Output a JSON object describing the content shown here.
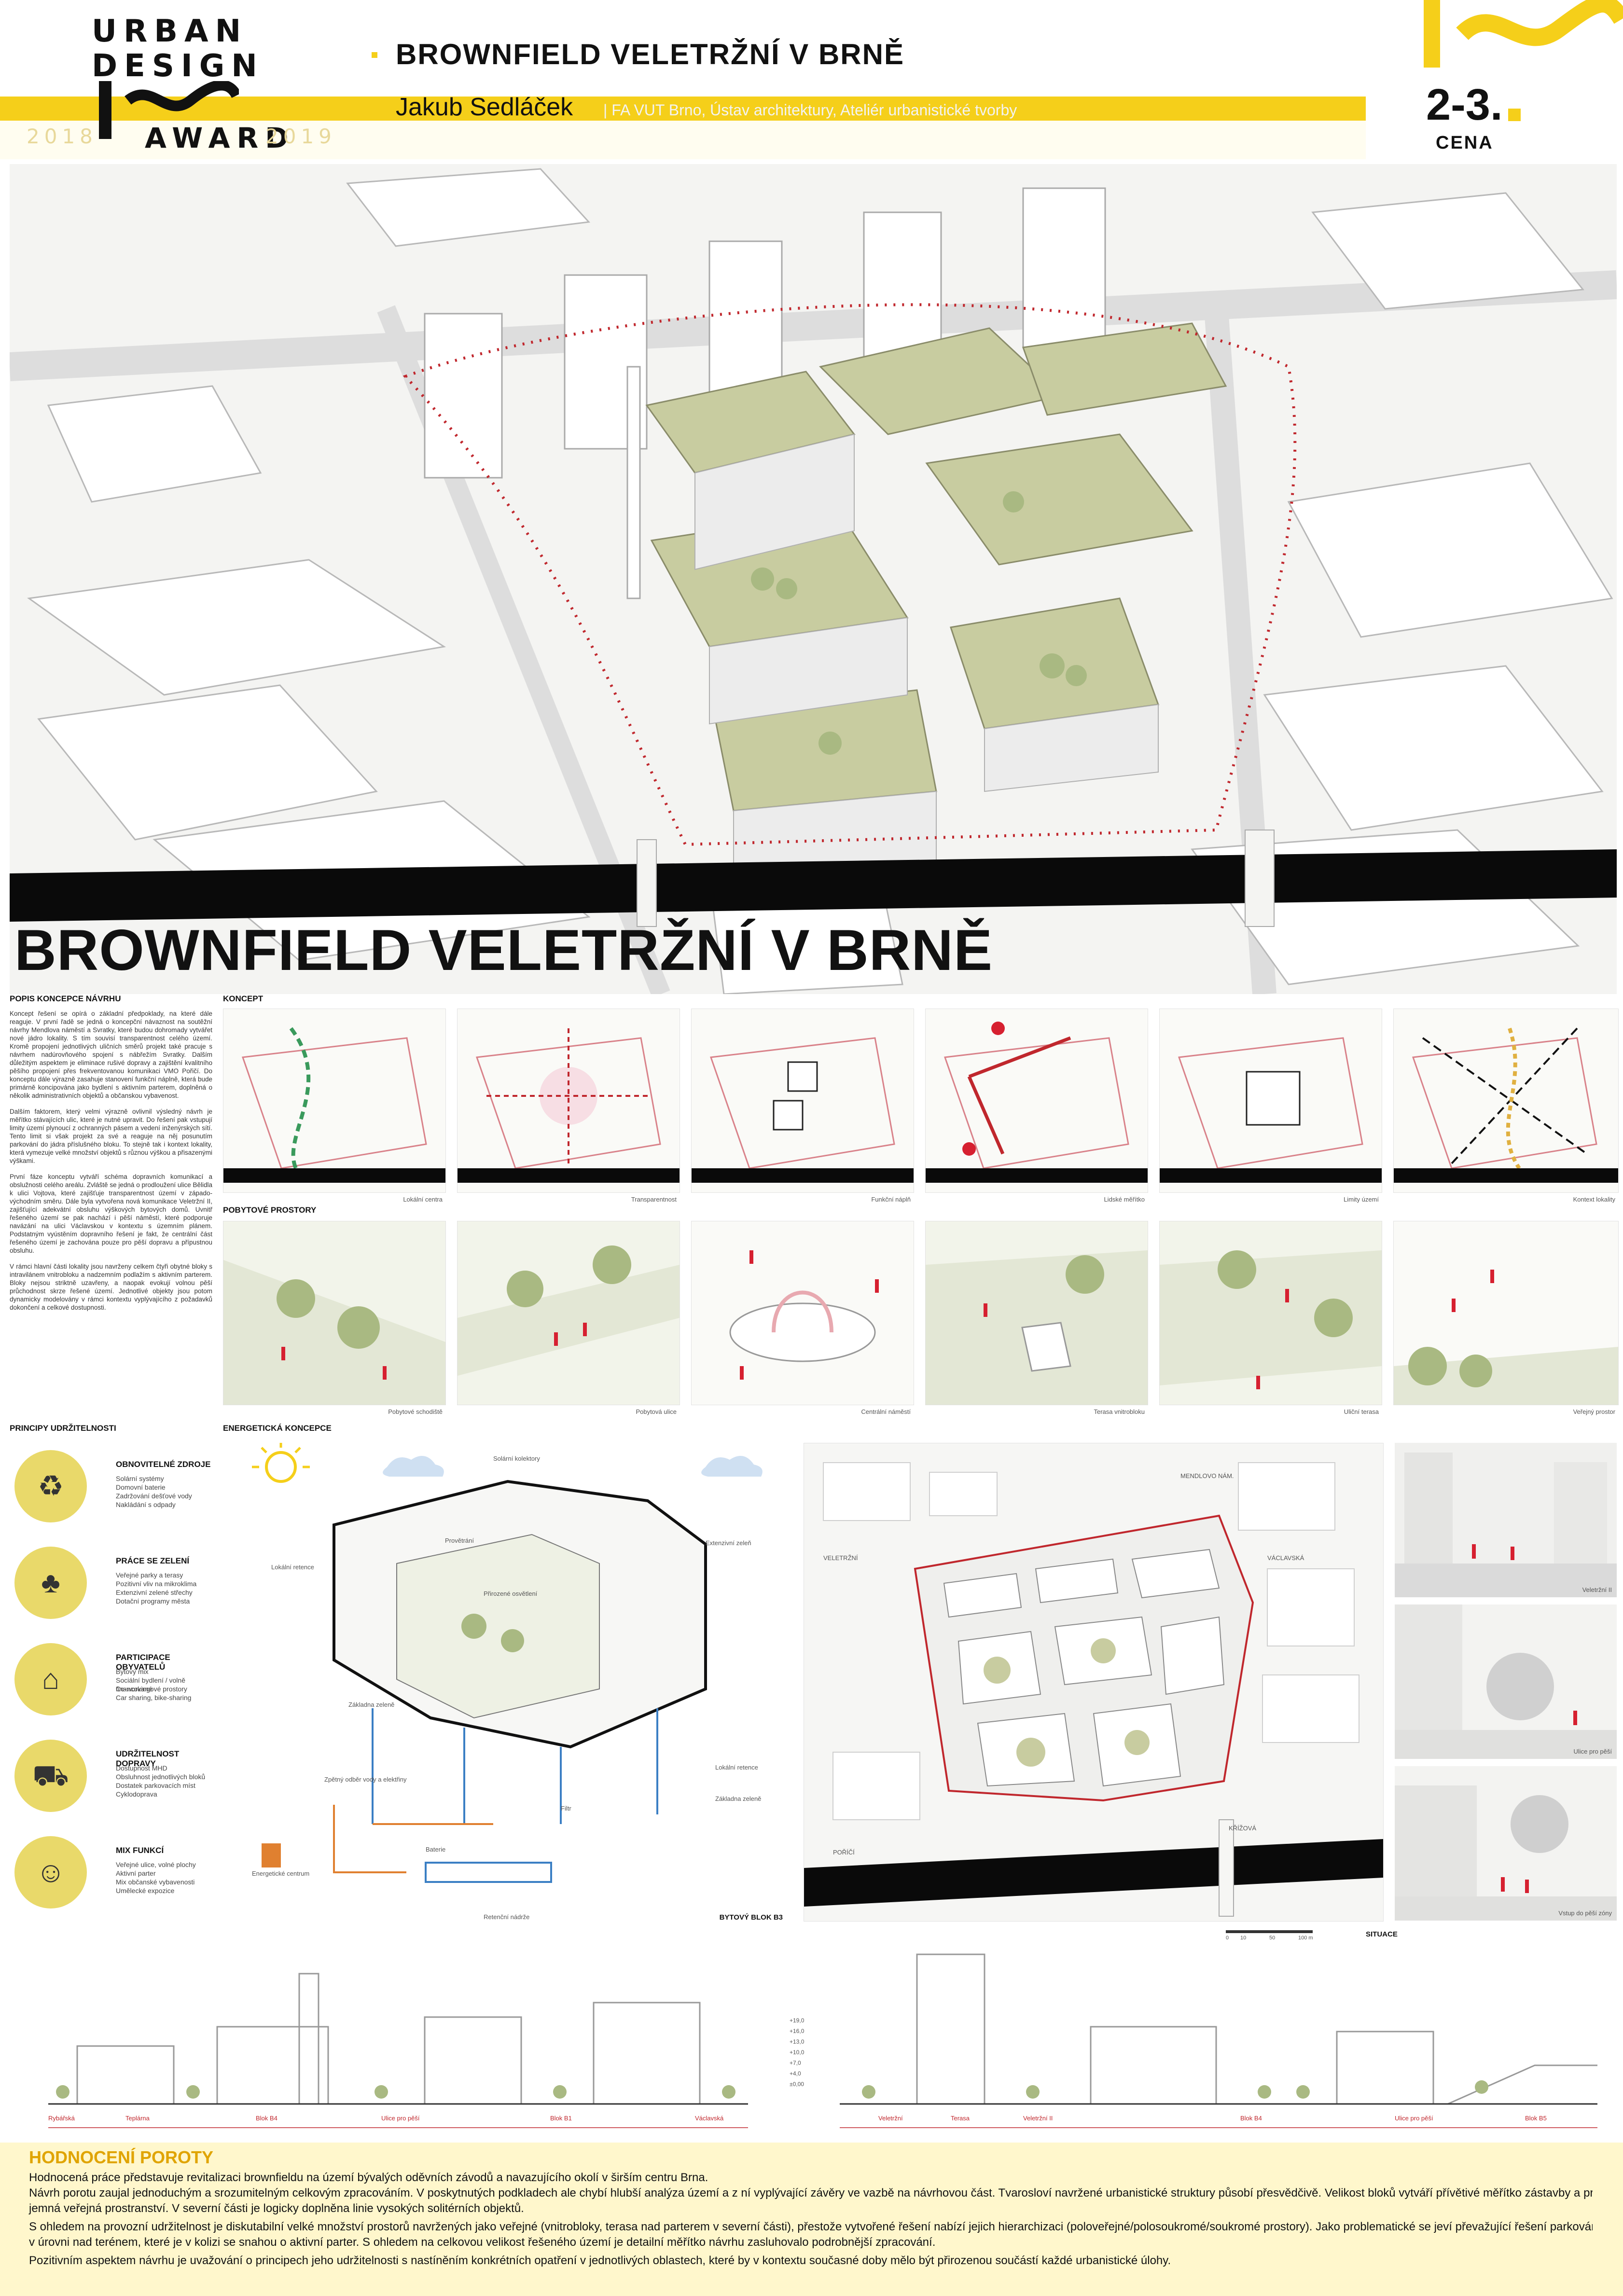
{
  "header": {
    "logo_line1": "URBAN",
    "logo_line2": "DESIGN",
    "logo_line3": "AWARD",
    "year_left": "2018",
    "year_right": "2019",
    "title": "BROWNFIELD VELETRŽNÍ V BRNĚ",
    "author": "Jakub Sedláček",
    "affiliation": "| FA VUT Brno, Ústav architektury, Ateliér urbanistické tvorby",
    "prize": "2-3.",
    "prize_label": "CENA"
  },
  "hero": {
    "title": "BROWNFIELD VELETRŽNÍ V BRNĚ"
  },
  "left_column": {
    "section_title": "POPIS KONCEPCE NÁVRHU",
    "paragraphs": [
      "Koncept řešení se opírá o základní předpoklady, na které dále reaguje. V první řadě se jedná o koncepční návaznost na soutěžní návrhy Mendlova náměstí a Svratky, které budou dohromady vytvářet nové jádro lokality. S tím souvisí transparentnost celého území. Kromě propojení jednotlivých uličních směrů projekt také pracuje s návrhem nadúrovňového spojení s nábřežím Svratky. Dalším důležitým aspektem je eliminace rušivé dopravy a zajištění kvalitního pěšího propojení přes frekventovanou komunikaci VMO Pořičí. Do konceptu dále výrazně zasahuje stanovení funkční náplně, která bude primárně koncipována jako bydlení s aktivním parterem, doplněná o několik administrativních objektů a občanskou vybavenost.",
      "Dalším faktorem, který velmi výrazně ovlivnil výsledný návrh je měřítko stávajících ulic, které je nutné upravit. Do řešení pak vstupují limity území plynoucí z ochranných pásem a vedení inženýrských sítí. Tento limit si však projekt za své a reaguje na něj posunutím parkování do jádra příslušného bloku. To stejně tak i kontext lokality, která vymezuje velké množství objektů s různou výškou a přisazenými výškami.",
      "První fáze konceptu vytváří schéma dopravních komunikací a obslužnosti celého areálu. Zvláště se jedná o prodloužení ulice Bělidla k ulici Vojtova, které zajišťuje transparentnost území v západo-východním směru. Dále byla vytvořena nová komunikace Veletržní II, zajišťující adekvátní obsluhu výškových bytových domů. Uvnitř řešeného území se pak nachází i pěší náměstí, které podporuje navázání na ulici Václavskou v kontextu s územním plánem. Podstatným vyústěním dopravního řešení je fakt, že centrální část řešeného území je zachována pouze pro pěší dopravu a přípustnou obsluhu.",
      "V rámci hlavní části lokality jsou navrženy celkem čtyři obytné bloky s intravilánem vnitrobloku a nadzemním podlažím s aktivním parterem. Bloky nejsou striktně uzavřeny, a naopak evokují volnou pěší průchodnost skrze řešené území. Jednotlivé objekty jsou potom dynamicky modelovány v rámci kontextu vyplývajícího z požadavků dokončení a celkové dostupnosti."
    ]
  },
  "koncept": {
    "title": "KONCEPT",
    "panels": [
      "Lokální centra",
      "Transparentnost",
      "Funkční náplň",
      "Lidské měřítko",
      "Limity území",
      "Kontext lokality"
    ]
  },
  "pobytove": {
    "title": "POBYTOVÉ PROSTORY",
    "panels": [
      "Pobytové schodiště",
      "Pobytová ulice",
      "Centrální náměstí",
      "Terasa vnitrobloku",
      "Uliční terasa",
      "Veřejný prostor"
    ]
  },
  "principy": {
    "title": "PRINCIPY UDRŽITELNOSTI",
    "items": [
      {
        "icon": "recycle-icon",
        "title": "OBNOVITELNÉ ZDROJE",
        "lines": [
          "Solární systémy",
          "Domovní baterie",
          "Zadržování dešťové vody",
          "Nakládání s odpady"
        ]
      },
      {
        "icon": "tree-icon",
        "title": "PRÁCE SE ZELENÍ",
        "lines": [
          "Veřejné parky a terasy",
          "Pozitivní vliv na mikroklima",
          "Extenzivní zelené střechy",
          "Dotační programy města"
        ]
      },
      {
        "icon": "community-icon",
        "title": "PARTICIPACE OBYVATELŮ",
        "lines": [
          "Bytový mix",
          "Sociální bydlení / volně financované",
          "Co-workingové prostory",
          "Car sharing, bike-sharing"
        ]
      },
      {
        "icon": "transport-icon",
        "title": "UDRŽITELNOST DOPRAVY",
        "lines": [
          "Dostupnost MHD",
          "Obsluhnost jednotlivých bloků",
          "Dostatek parkovacích míst",
          "Cyklodoprava"
        ]
      },
      {
        "icon": "culture-icon",
        "title": "MIX FUNKCÍ",
        "lines": [
          "Veřejné ulice, volné plochy",
          "Aktivní parter",
          "Mix občanské vybavenosti",
          "Umělecké expozice"
        ]
      }
    ]
  },
  "energy": {
    "title": "ENERGETICKÁ KONCEPCE",
    "labels": [
      "Solární kolektory",
      "Provětrání",
      "Extenzivní zeleň",
      "Lokální retence",
      "Přirozené osvětlení",
      "Základna zeleně",
      "Zpětný odběr vody a elektřiny",
      "Baterie",
      "Filtr",
      "Lokální retence",
      "Základna zeleně",
      "Energetické centrum",
      "Retenční nádrže"
    ],
    "caption": "BYTOVÝ BLOK B3"
  },
  "situace": {
    "caption": "SITUACE",
    "street_labels": [
      "MENDLOVO NÁM.",
      "VELETRŽNÍ",
      "VÁCLAVSKÁ",
      "POŘÍČÍ",
      "KŘÍŽOVÁ"
    ],
    "scale": [
      "0",
      "10",
      "50",
      "100 m"
    ]
  },
  "views": {
    "captions": [
      "Veletržní II",
      "Ulice pro pěší",
      "Vstup do pěší zóny"
    ]
  },
  "sections": {
    "left_labels": [
      "Rybářská",
      "Teplárna",
      "Blok B4",
      "Ulice pro pěší",
      "Blok B1",
      "Václavská"
    ],
    "right_labels": [
      "Veletržní",
      "Terasa",
      "Veletržní II",
      "Blok B4",
      "Ulice pro pěší",
      "Blok B5"
    ],
    "levels": [
      "+19,0",
      "+16,0",
      "+13,0",
      "+10,0",
      "+7,0",
      "+4,0",
      "±0,00"
    ]
  },
  "evaluation": {
    "title": "HODNOCENÍ POROTY",
    "lines": [
      "Hodnocená práce představuje revitalizaci brownfieldu na území bývalých oděvních závodů a navazujícího okolí v širším centru Brna.",
      "Návrh porotu zaujal jednoduchým a srozumitelným celkovým zpracováním. V poskytnutých podkladech ale chybí hlubší analýza území a z ní vyplývající závěry ve vazbě na návrhovou část. Tvarosloví navržené urbanistické struktury působí přesvědčivě. Velikost bloků vytváří přívětivé měřítko zástavby a pro člověka pří-",
      "jemná veřejná prostranství. V severní části je logicky doplněna linie vysokých solitérních objektů.",
      "S ohledem na provozní udržitelnost je diskutabilní velké množství prostorů navržených jako veřejné (vnitrobloky, terasa nad parterem v severní části), přestože vytvořené řešení nabízí jejich hierarchizaci (poloveřejné/polosoukromé/soukromé prostory). Jako problematické se jeví převažující řešení parkování v objektech",
      "v úrovni nad terénem, které je v kolizi se snahou o aktivní parter. S ohledem na celkovou velikost řešeného území je detailní měřítko návrhu zasluhovalo podrobnější zpracování.",
      "Pozitivním aspektem návrhu je uvažování o principech jeho udržitelnosti s nastíněním konkrétních opatření v jednotlivých oblastech, které by v kontextu současné doby mělo být přirozenou součástí každé urbanistické úlohy."
    ]
  },
  "colors": {
    "accent_yellow": "#f5cf1a",
    "circle_yellow": "#e9d96a",
    "roof_green": "#c8cca0",
    "boundary_red": "#c0272d",
    "river": "#0a0a0a"
  }
}
